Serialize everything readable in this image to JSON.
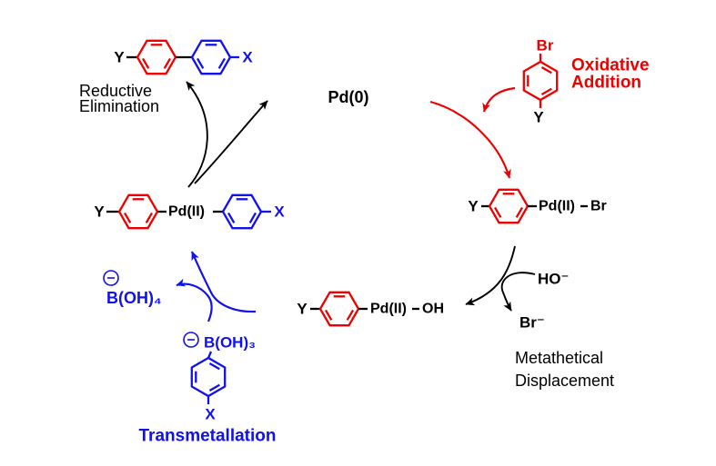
{
  "colors": {
    "red": "#ee0000",
    "blue": "#1111ee",
    "black": "#000000",
    "background": "#ffffff"
  },
  "center": {
    "catalyst": "Pd(0)"
  },
  "steps": {
    "oxidative_addition": {
      "line1": "Oxidative",
      "line2": "Addition"
    },
    "reductive_elimination": {
      "line1": "Reductive",
      "line2": "Elimination"
    },
    "metathetical_displacement": {
      "line1": "Metathetical",
      "line2": "Displacement"
    },
    "transmetallation": {
      "label": "Transmetallation"
    }
  },
  "species": {
    "biaryl_product": {
      "left_sub": "Y",
      "right_sub": "X"
    },
    "aryl_bromide": {
      "top_sub": "Br",
      "bottom_sub": "Y"
    },
    "aryl_pd_bromide": {
      "left_sub": "Y",
      "metal": "Pd(II)",
      "ligand": "Br"
    },
    "aryl_pd_hydroxide": {
      "left_sub": "Y",
      "metal": "Pd(II)",
      "ligand": "OH"
    },
    "diaryl_pd": {
      "left_sub": "Y",
      "metal": "Pd(II)",
      "right_sub": "X"
    },
    "aryl_boronate": {
      "boron_group": "B(OH)₃",
      "bottom_sub": "X",
      "charge_symbol": "⊖"
    },
    "borate": {
      "formula": "B(OH)₄",
      "charge_symbol": "⊖"
    },
    "hydroxide_ion": {
      "formula": "HO⁻"
    },
    "bromide_ion": {
      "formula": "Br⁻"
    }
  }
}
